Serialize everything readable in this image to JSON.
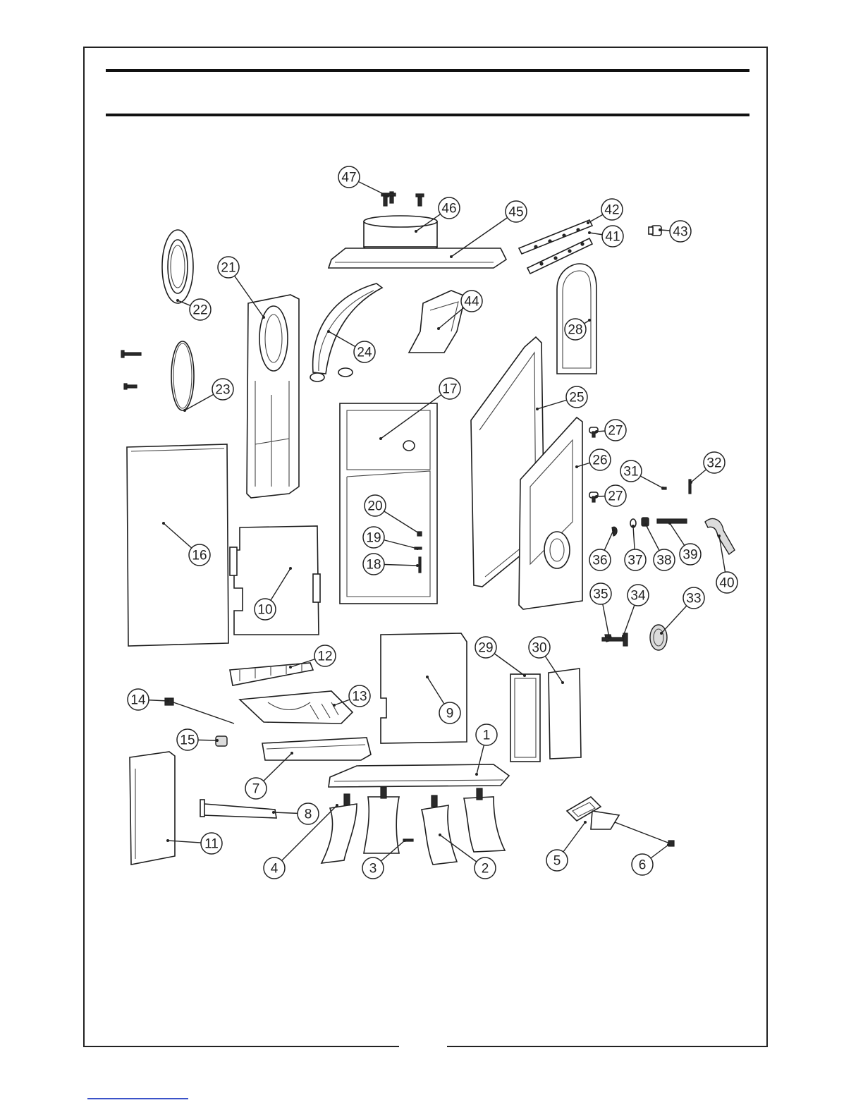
{
  "figure": {
    "type": "exploded-parts-diagram",
    "callouts": [
      {
        "label": "1"
      },
      {
        "label": "2"
      },
      {
        "label": "3"
      },
      {
        "label": "4"
      },
      {
        "label": "5"
      },
      {
        "label": "6"
      },
      {
        "label": "7"
      },
      {
        "label": "8"
      },
      {
        "label": "9"
      },
      {
        "label": "10"
      },
      {
        "label": "11"
      },
      {
        "label": "12"
      },
      {
        "label": "13"
      },
      {
        "label": "14"
      },
      {
        "label": "15"
      },
      {
        "label": "16"
      },
      {
        "label": "17"
      },
      {
        "label": "18"
      },
      {
        "label": "19"
      },
      {
        "label": "20"
      },
      {
        "label": "21"
      },
      {
        "label": "22"
      },
      {
        "label": "23"
      },
      {
        "label": "24"
      },
      {
        "label": "25"
      },
      {
        "label": "26"
      },
      {
        "label": "27"
      },
      {
        "label": "27"
      },
      {
        "label": "28"
      },
      {
        "label": "29"
      },
      {
        "label": "30"
      },
      {
        "label": "31"
      },
      {
        "label": "32"
      },
      {
        "label": "33"
      },
      {
        "label": "34"
      },
      {
        "label": "35"
      },
      {
        "label": "36"
      },
      {
        "label": "37"
      },
      {
        "label": "38"
      },
      {
        "label": "39"
      },
      {
        "label": "40"
      },
      {
        "label": "41"
      },
      {
        "label": "42"
      },
      {
        "label": "43"
      },
      {
        "label": "44"
      },
      {
        "label": "45"
      },
      {
        "label": "46"
      },
      {
        "label": "47"
      }
    ]
  }
}
